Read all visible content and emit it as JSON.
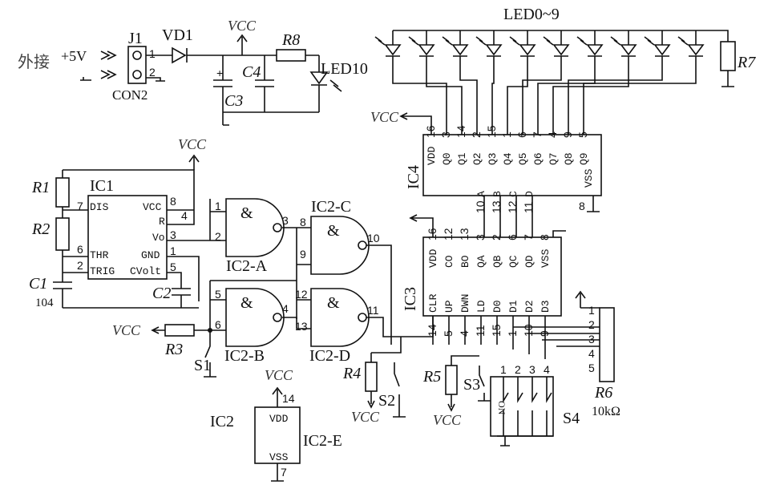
{
  "power": {
    "external": "外接",
    "plus5v": "+5V",
    "j1": "J1",
    "con2": "CON2",
    "vd1": "VD1",
    "c3": "C3",
    "c4": "C4",
    "r8": "R8",
    "led10": "LED10",
    "vcc": "VCC",
    "pin1": "1",
    "pin2": "2",
    "plus": "+"
  },
  "led_array": {
    "title": "LED0~9",
    "r7": "R7"
  },
  "ic4": {
    "name": "IC4",
    "top_pins": [
      "16",
      "3",
      "14",
      "2",
      "15",
      "1",
      "6",
      "7",
      "4",
      "9",
      "5"
    ],
    "top_labels": [
      "VDD",
      "Q0",
      "Q1",
      "Q2",
      "Q3",
      "Q4",
      "Q5",
      "Q6",
      "Q7",
      "Q8",
      "Q9"
    ],
    "vss": "VSS",
    "bottom_pins": [
      "10",
      "13",
      "12",
      "11"
    ],
    "bottom_labels": [
      "A",
      "B",
      "C",
      "D"
    ],
    "pin8": "8"
  },
  "ic1": {
    "name": "IC1",
    "r1": "R1",
    "r2": "R2",
    "c1": "C1",
    "c1_val": "104",
    "c2": "C2",
    "left_pins": [
      "7",
      "6",
      "2"
    ],
    "left_labels": [
      "DIS",
      "THR",
      "TRIG"
    ],
    "right_labels": [
      "VCC",
      "R",
      "Vo",
      "GND",
      "CVolt"
    ],
    "right_pins": [
      "8",
      "4",
      "3",
      "1",
      "5"
    ]
  },
  "gates": {
    "a_name": "IC2-A",
    "b_name": "IC2-B",
    "c_name": "IC2-C",
    "d_name": "IC2-D",
    "e_name": "IC2-E",
    "amp": "&",
    "a_in": [
      "1",
      "2"
    ],
    "a_out": "3",
    "b_in": [
      "5",
      "6"
    ],
    "b_out": "4",
    "c_in": [
      "8",
      "9"
    ],
    "c_out": "10",
    "d_in": [
      "12",
      "13"
    ],
    "d_out": "11"
  },
  "ic2": {
    "name": "IC2",
    "vdd": "VDD",
    "vss": "VSS",
    "pin14": "14",
    "pin7": "7"
  },
  "ic3": {
    "name": "IC3",
    "top_pins": [
      "16",
      "12",
      "13",
      "3",
      "2",
      "6",
      "7",
      "8"
    ],
    "top_labels": [
      "VDD",
      "CO",
      "BO",
      "QA",
      "QB",
      "QC",
      "QD",
      "VSS"
    ],
    "bottom_pins": [
      "14",
      "5",
      "4",
      "11",
      "15",
      "1",
      "10",
      "9"
    ],
    "bottom_labels": [
      "CLR",
      "UP",
      "DWN",
      "LD",
      "D0",
      "D1",
      "D2",
      "D3"
    ]
  },
  "switches": {
    "r3": "R3",
    "s1": "S1",
    "r4": "R4",
    "s2": "S2",
    "r5": "R5",
    "s3": "S3",
    "s4": "S4",
    "s4_pins": [
      "1",
      "2",
      "3",
      "4"
    ],
    "s4_side": "ON",
    "r6": "R6",
    "r6_val": "10kΩ",
    "r6_pins": [
      "1",
      "2",
      "3",
      "4",
      "5"
    ]
  }
}
